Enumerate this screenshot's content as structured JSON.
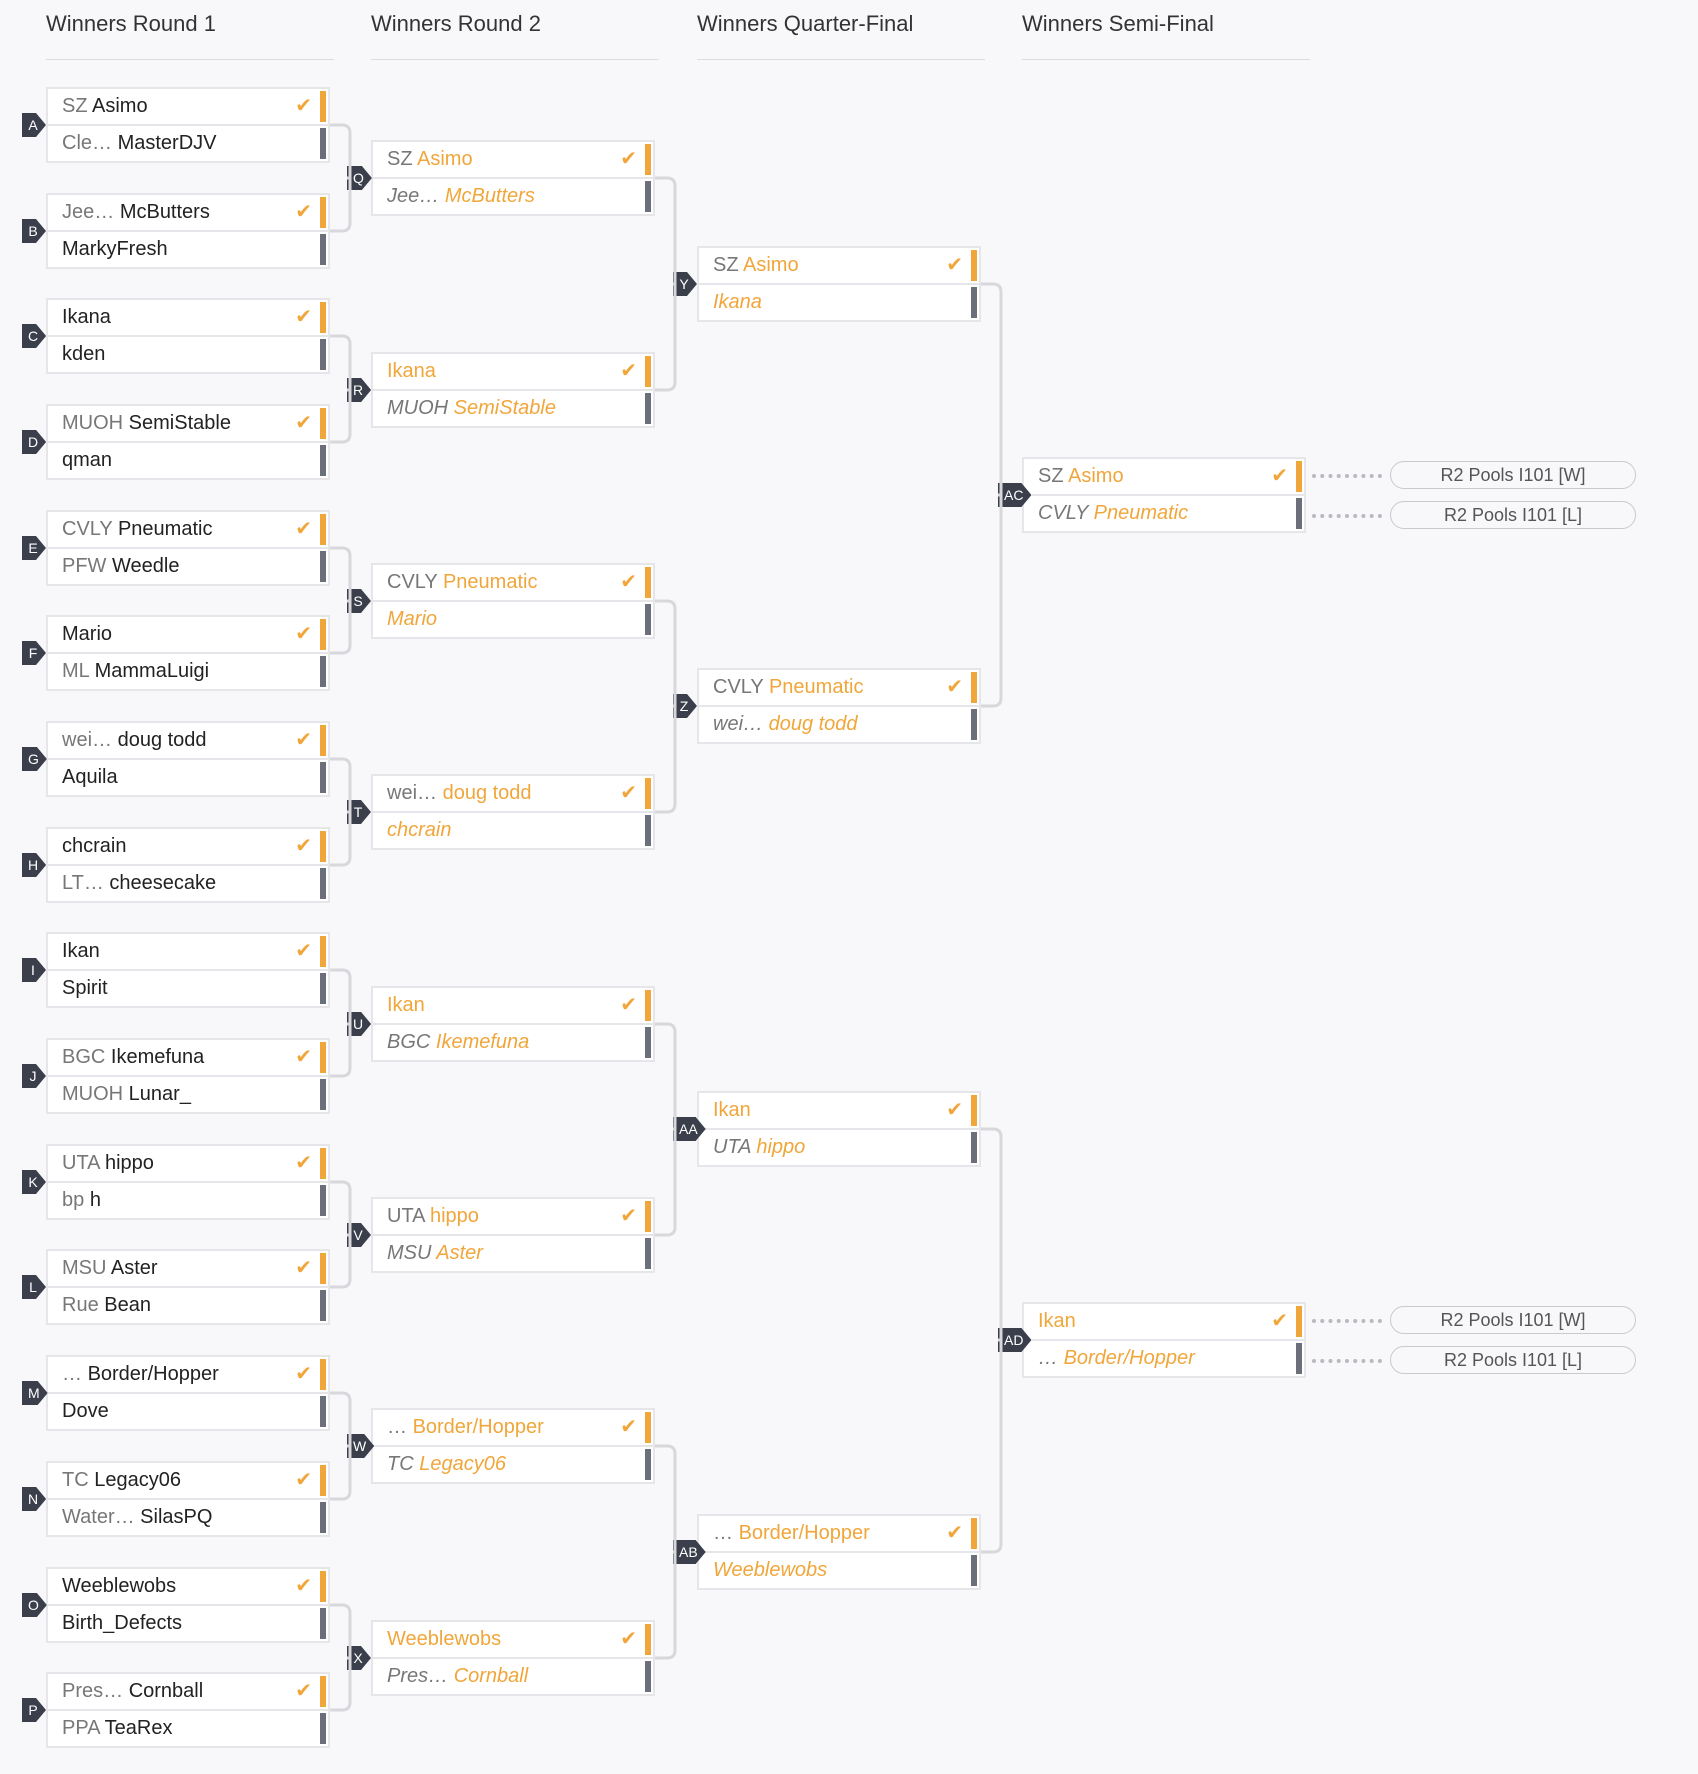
{
  "rounds": [
    {
      "title": "Winners Round 1"
    },
    {
      "title": "Winners Round 2"
    },
    {
      "title": "Winners Quarter-Final"
    },
    {
      "title": "Winners Semi-Final"
    }
  ],
  "matches": {
    "r1": [
      {
        "tag": "A",
        "p1": {
          "prefix": "SZ ",
          "name": "Asimo"
        },
        "p2": {
          "prefix": "Cle… ",
          "name": "MasterDJV"
        }
      },
      {
        "tag": "B",
        "p1": {
          "prefix": "Jee… ",
          "name": "McButters"
        },
        "p2": {
          "prefix": "",
          "name": "MarkyFresh"
        }
      },
      {
        "tag": "C",
        "p1": {
          "prefix": "",
          "name": "Ikana"
        },
        "p2": {
          "prefix": "",
          "name": "kden"
        }
      },
      {
        "tag": "D",
        "p1": {
          "prefix": "MUOH ",
          "name": "SemiStable"
        },
        "p2": {
          "prefix": "",
          "name": "qman"
        }
      },
      {
        "tag": "E",
        "p1": {
          "prefix": "CVLY ",
          "name": "Pneumatic"
        },
        "p2": {
          "prefix": "PFW ",
          "name": "Weedle"
        }
      },
      {
        "tag": "F",
        "p1": {
          "prefix": "",
          "name": "Mario"
        },
        "p2": {
          "prefix": "ML ",
          "name": "MammaLuigi"
        }
      },
      {
        "tag": "G",
        "p1": {
          "prefix": "wei… ",
          "name": "doug todd"
        },
        "p2": {
          "prefix": "",
          "name": "Aquila"
        }
      },
      {
        "tag": "H",
        "p1": {
          "prefix": "",
          "name": "chcrain"
        },
        "p2": {
          "prefix": "LT… ",
          "name": "cheesecake"
        }
      },
      {
        "tag": "I",
        "p1": {
          "prefix": "",
          "name": "Ikan"
        },
        "p2": {
          "prefix": "",
          "name": "Spirit"
        }
      },
      {
        "tag": "J",
        "p1": {
          "prefix": "BGC ",
          "name": "Ikemefuna"
        },
        "p2": {
          "prefix": "MUOH ",
          "name": "Lunar_"
        }
      },
      {
        "tag": "K",
        "p1": {
          "prefix": "UTA ",
          "name": "hippo"
        },
        "p2": {
          "prefix": "bp ",
          "name": "h"
        }
      },
      {
        "tag": "L",
        "p1": {
          "prefix": "MSU ",
          "name": "Aster"
        },
        "p2": {
          "prefix": "Rue ",
          "name": "Bean"
        }
      },
      {
        "tag": "M",
        "p1": {
          "prefix": "… ",
          "name": "Border/Hopper"
        },
        "p2": {
          "prefix": "",
          "name": "Dove"
        }
      },
      {
        "tag": "N",
        "p1": {
          "prefix": "TC ",
          "name": "Legacy06"
        },
        "p2": {
          "prefix": "Water… ",
          "name": "SilasPQ"
        }
      },
      {
        "tag": "O",
        "p1": {
          "prefix": "",
          "name": "Weeblewobs"
        },
        "p2": {
          "prefix": "",
          "name": "Birth_Defects"
        }
      },
      {
        "tag": "P",
        "p1": {
          "prefix": "Pres… ",
          "name": "Cornball"
        },
        "p2": {
          "prefix": "PPA ",
          "name": "TeaRex"
        }
      }
    ],
    "r2": [
      {
        "tag": "Q",
        "p1": {
          "prefix": "SZ ",
          "name": "Asimo"
        },
        "p2": {
          "prefix": "Jee… ",
          "name": "McButters"
        }
      },
      {
        "tag": "R",
        "p1": {
          "prefix": "",
          "name": "Ikana"
        },
        "p2": {
          "prefix": "MUOH ",
          "name": "SemiStable"
        }
      },
      {
        "tag": "S",
        "p1": {
          "prefix": "CVLY ",
          "name": "Pneumatic"
        },
        "p2": {
          "prefix": "",
          "name": "Mario"
        }
      },
      {
        "tag": "T",
        "p1": {
          "prefix": "wei… ",
          "name": "doug todd"
        },
        "p2": {
          "prefix": "",
          "name": "chcrain"
        }
      },
      {
        "tag": "U",
        "p1": {
          "prefix": "",
          "name": "Ikan"
        },
        "p2": {
          "prefix": "BGC ",
          "name": "Ikemefuna"
        }
      },
      {
        "tag": "V",
        "p1": {
          "prefix": "UTA ",
          "name": "hippo"
        },
        "p2": {
          "prefix": "MSU ",
          "name": "Aster"
        }
      },
      {
        "tag": "W",
        "p1": {
          "prefix": "… ",
          "name": "Border/Hopper"
        },
        "p2": {
          "prefix": "TC ",
          "name": "Legacy06"
        }
      },
      {
        "tag": "X",
        "p1": {
          "prefix": "",
          "name": "Weeblewobs"
        },
        "p2": {
          "prefix": "Pres… ",
          "name": "Cornball"
        }
      }
    ],
    "qf": [
      {
        "tag": "Y",
        "p1": {
          "prefix": "SZ ",
          "name": "Asimo"
        },
        "p2": {
          "prefix": "",
          "name": "Ikana"
        }
      },
      {
        "tag": "Z",
        "p1": {
          "prefix": "CVLY ",
          "name": "Pneumatic"
        },
        "p2": {
          "prefix": "wei… ",
          "name": "doug todd"
        }
      },
      {
        "tag": "AA",
        "p1": {
          "prefix": "",
          "name": "Ikan"
        },
        "p2": {
          "prefix": "UTA ",
          "name": "hippo"
        }
      },
      {
        "tag": "AB",
        "p1": {
          "prefix": "… ",
          "name": "Border/Hopper"
        },
        "p2": {
          "prefix": "",
          "name": "Weeblewobs"
        }
      }
    ],
    "sf": [
      {
        "tag": "AC",
        "p1": {
          "prefix": "SZ ",
          "name": "Asimo"
        },
        "p2": {
          "prefix": "CVLY ",
          "name": "Pneumatic"
        },
        "pools": [
          "R2 Pools I101 [W]",
          "R2 Pools I101 [L]"
        ]
      },
      {
        "tag": "AD",
        "p1": {
          "prefix": "",
          "name": "Ikan"
        },
        "p2": {
          "prefix": "… ",
          "name": "Border/Hopper"
        },
        "pools": [
          "R2 Pools I101 [W]",
          "R2 Pools I101 [L]"
        ]
      }
    ]
  },
  "check_glyph": "✔",
  "colors": {
    "accent": "#f0a63a",
    "tag": "#3a3f4b",
    "loser_bar": "#6b6f7a"
  },
  "icons": {
    "check": "check-icon"
  }
}
